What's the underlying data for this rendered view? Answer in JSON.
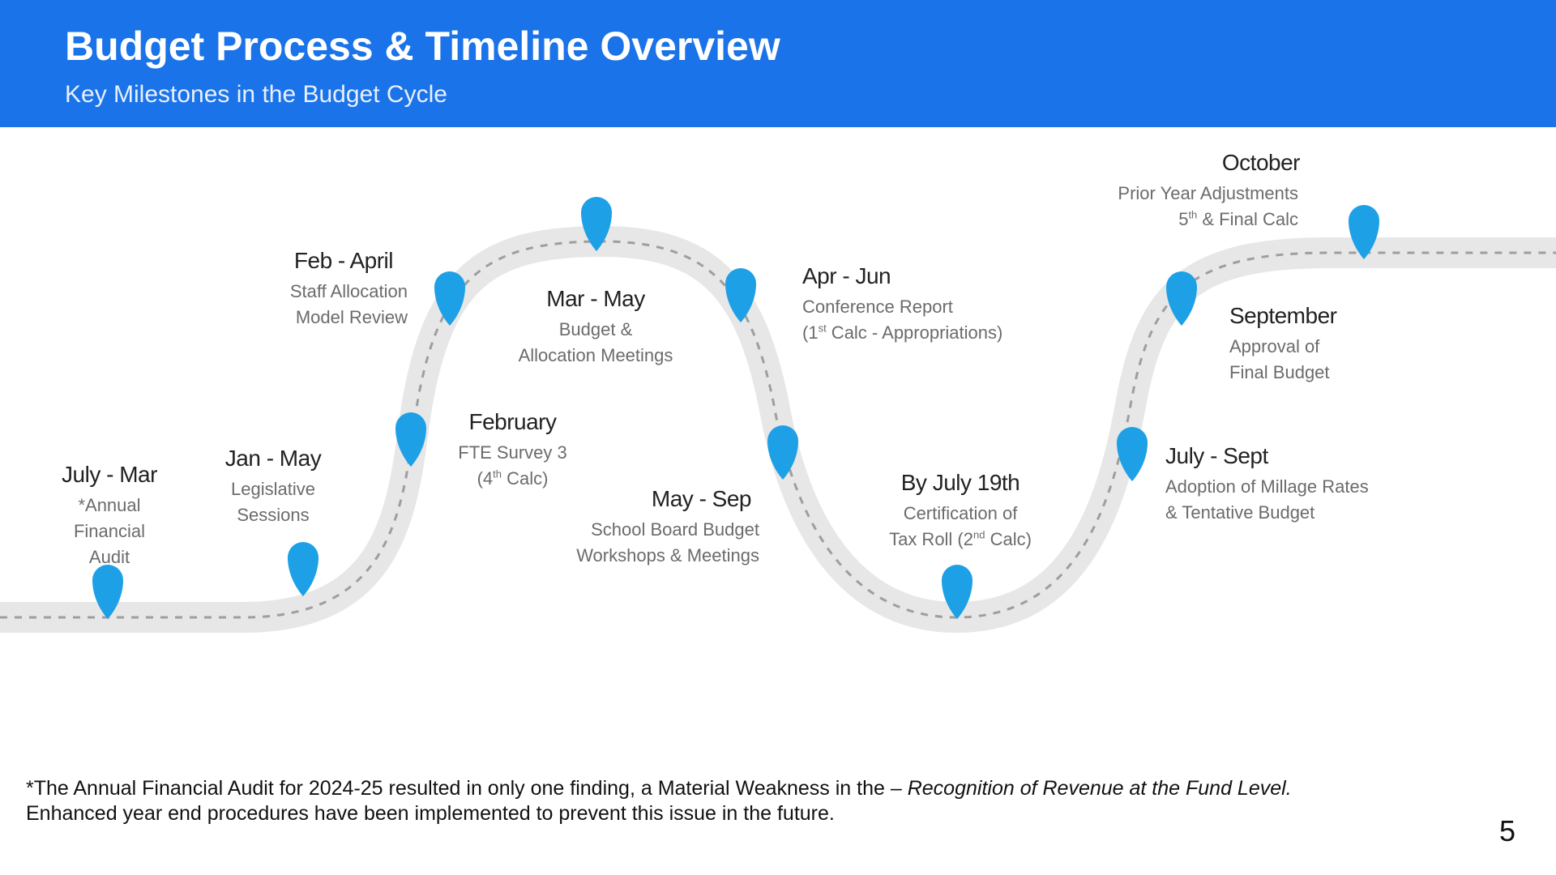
{
  "slide": {
    "title": "Budget Process & Timeline Overview",
    "subtitle": "Key Milestones in the Budget Cycle",
    "page_number": "5"
  },
  "colors": {
    "header_bg": "#1a73e8",
    "road": "#e7e7e7",
    "road_dash": "#9e9e9e",
    "pin": "#1ea0e6"
  },
  "milestones": [
    {
      "head": "July - Mar",
      "desc": [
        "*Annual",
        "Financial",
        "Audit"
      ]
    },
    {
      "head": "Jan - May",
      "desc": [
        "Legislative",
        "Sessions"
      ]
    },
    {
      "head": "February",
      "desc": [
        "FTE Survey 3"
      ],
      "desc_calc": {
        "pre": "(4",
        "sup": "th",
        "post": " Calc)"
      }
    },
    {
      "head": "Feb - April",
      "desc": [
        "Staff Allocation",
        "Model Review"
      ]
    },
    {
      "head": "Mar - May",
      "desc": [
        "Budget &",
        "Allocation Meetings"
      ]
    },
    {
      "head": "Apr - Jun",
      "desc": [
        "Conference Report"
      ],
      "desc_calc": {
        "pre": "(1",
        "sup": "st",
        "post": " Calc - Appropriations)"
      }
    },
    {
      "head": "May - Sep",
      "desc": [
        "School Board Budget",
        "Workshops & Meetings"
      ]
    },
    {
      "head": "By July 19th",
      "desc": [
        "Certification of"
      ],
      "desc_calc": {
        "pre": "Tax Roll (2",
        "sup": "nd",
        "post": " Calc)"
      }
    },
    {
      "head": "July - Sept",
      "desc": [
        "Adoption of Millage Rates",
        "& Tentative Budget"
      ]
    },
    {
      "head": "September",
      "desc": [
        "Approval of",
        "Final Budget"
      ]
    },
    {
      "head": "October",
      "desc": [
        "Prior Year Adjustments"
      ],
      "desc_calc": {
        "pre": "5",
        "sup": "th",
        "post": " & Final Calc"
      }
    }
  ],
  "footnote": {
    "line1_plain": "*The Annual Financial Audit for 2024-25 resulted in only one finding, a Material Weakness in the – ",
    "line1_italic": "Recognition of Revenue at the Fund Level.",
    "line2": "Enhanced year end procedures have been implemented to prevent this issue in the future."
  }
}
